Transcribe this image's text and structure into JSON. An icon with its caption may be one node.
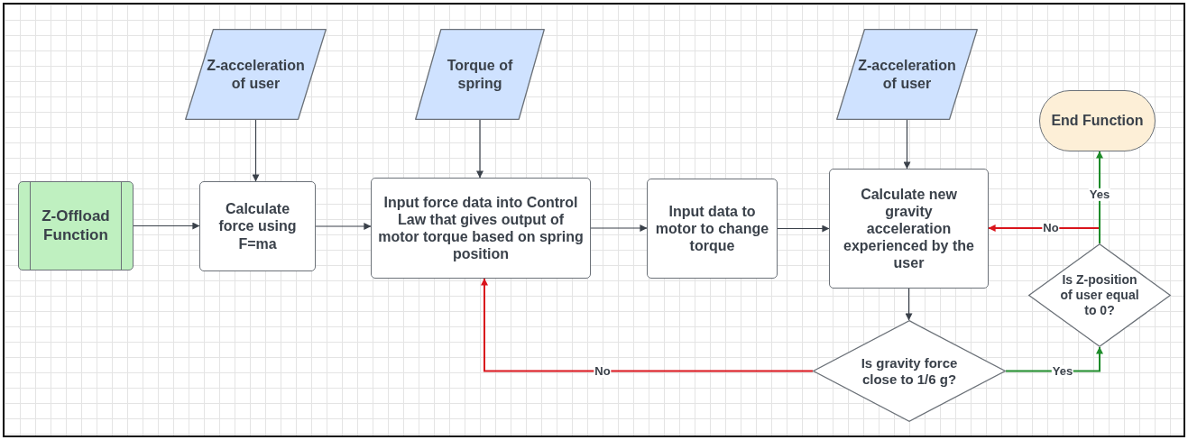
{
  "diagram": {
    "nodes": [
      {
        "text": [
          "Z-Offload Function"
        ]
      },
      {
        "text": [
          "Z-acceleration of user"
        ]
      },
      {
        "text": [
          "Calculate force using F=ma"
        ]
      },
      {
        "text": [
          "Torque of spring"
        ]
      },
      {
        "text": [
          "Input force data into Control Law that gives output of motor torque based on spring position"
        ]
      },
      {
        "text": [
          "Input data to motor to change torque"
        ]
      },
      {
        "text": [
          "Z-acceleration of user"
        ]
      },
      {
        "text": [
          "Calculate new gravity acceleration experienced by the user"
        ]
      },
      {
        "text": [
          "End Function"
        ]
      },
      {
        "text": [
          "Is Z-position of user equal to 0?"
        ]
      },
      {
        "text": [
          "Is gravity force close to 1/6 g?"
        ]
      }
    ],
    "edges": [
      {
        "from": 0,
        "to": 2,
        "arrow": "to"
      },
      {
        "from": 1,
        "to": 2,
        "arrow": "to"
      },
      {
        "from": 2,
        "to": 4,
        "arrow": "to"
      },
      {
        "from": 3,
        "to": 4,
        "arrow": "to"
      },
      {
        "from": 4,
        "to": 5,
        "arrow": "to"
      },
      {
        "from": 5,
        "to": 7,
        "arrow": "to"
      },
      {
        "from": 6,
        "to": 7,
        "arrow": "to"
      },
      {
        "from": 7,
        "to": 10,
        "arrow": "to"
      },
      {
        "from": 10,
        "to": 4,
        "arrow": "to",
        "label": "No",
        "color": "#d9141c"
      },
      {
        "from": 10,
        "to": 9,
        "arrow": "to",
        "label": "Yes",
        "color": "#1e8c2a"
      },
      {
        "from": 9,
        "to": 7,
        "arrow": "to",
        "label": "No",
        "color": "#d9141c"
      },
      {
        "from": 9,
        "to": 8,
        "arrow": "to",
        "label": "Yes",
        "color": "#1e8c2a"
      }
    ]
  }
}
